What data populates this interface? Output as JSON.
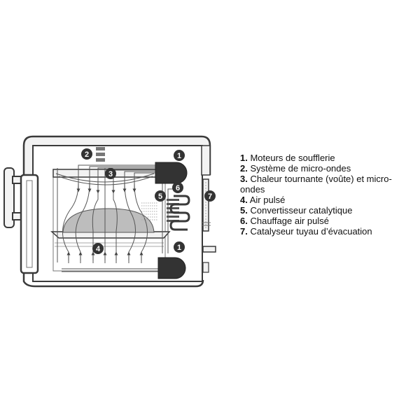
{
  "callouts": [
    "2",
    "1",
    "3",
    "6",
    "5",
    "7",
    "4",
    "1"
  ],
  "legend": [
    {
      "num": "1.",
      "text": "Moteurs de soufflerie"
    },
    {
      "num": "2.",
      "text": "Système de micro-ondes"
    },
    {
      "num": "3.",
      "text": "Chaleur tournante (voûte) et micro-ondes"
    },
    {
      "num": "4.",
      "text": "Air pulsé"
    },
    {
      "num": "5.",
      "text": "Convertisseur catalytique"
    },
    {
      "num": "6.",
      "text": "Chauffage air pulsé"
    },
    {
      "num": "7.",
      "text": "Catalyseur tuyau d’évacuation"
    }
  ],
  "colors": {
    "outline": "#3a3a3a",
    "fill_light": "#f2f2f2",
    "badge": "#333333",
    "food": "#bdbdbd",
    "flow": "#555555"
  }
}
